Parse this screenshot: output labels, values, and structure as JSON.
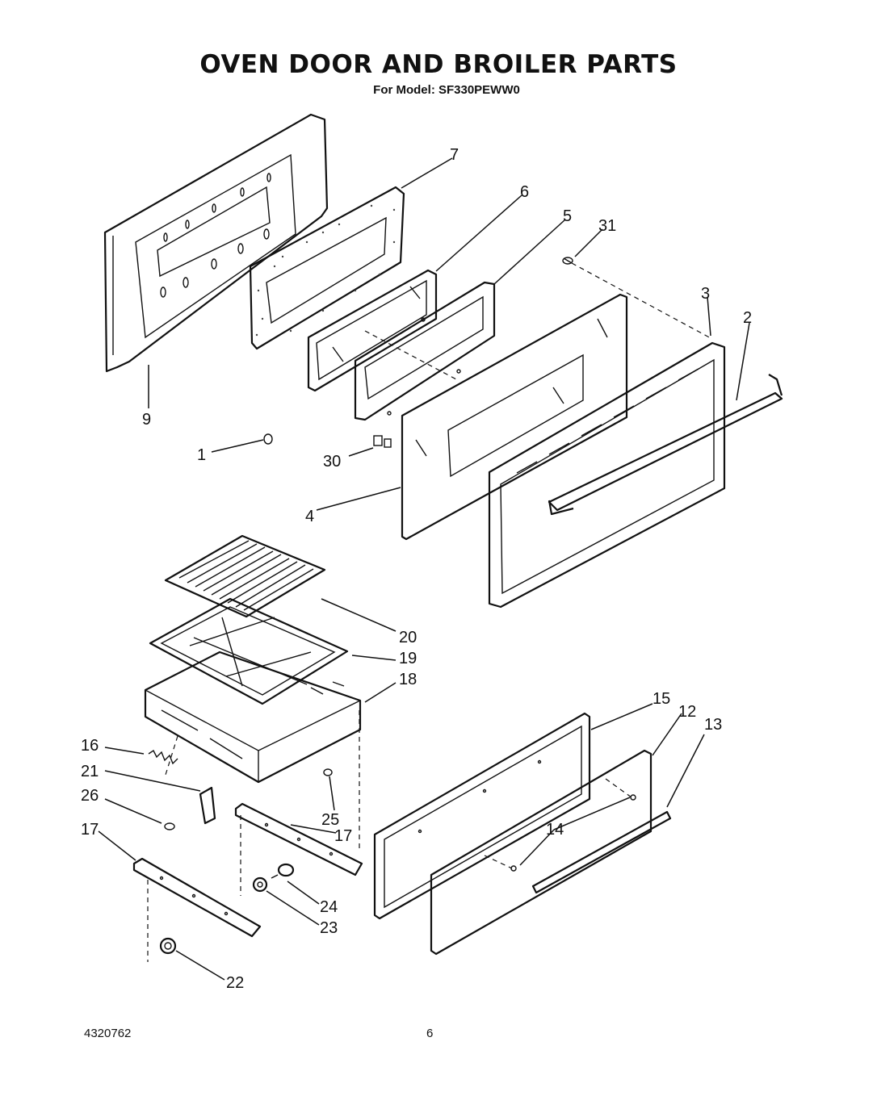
{
  "title": "OVEN DOOR AND BROILER PARTS",
  "subtitle": "For Model: SF330PEWW0",
  "footer": {
    "doc_number": "4320762",
    "page_number": "6"
  },
  "callouts": {
    "c1": "1",
    "c2": "2",
    "c3": "3",
    "c4": "4",
    "c5": "5",
    "c6": "6",
    "c7": "7",
    "c9": "9",
    "c12": "12",
    "c13": "13",
    "c14": "14",
    "c15": "15",
    "c16": "16",
    "c17a": "17",
    "c17b": "17",
    "c18": "18",
    "c19": "19",
    "c20": "20",
    "c21": "21",
    "c22": "22",
    "c23": "23",
    "c24": "24",
    "c25": "25",
    "c26": "26",
    "c30": "30",
    "c31": "31"
  }
}
